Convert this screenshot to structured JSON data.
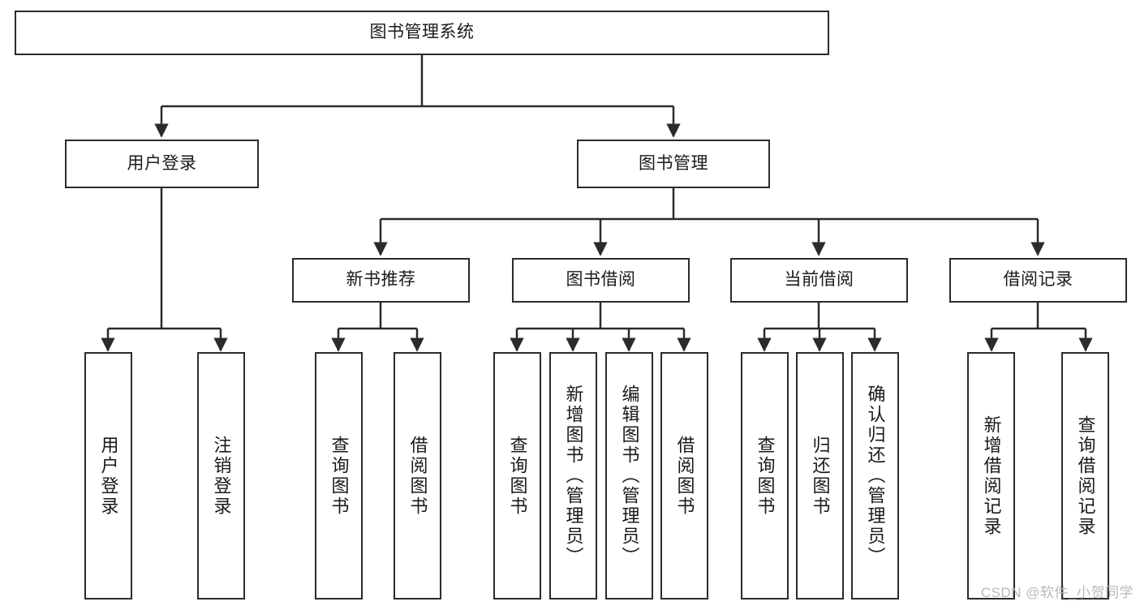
{
  "diagram": {
    "type": "tree-hierarchy-chart",
    "title": "图书管理系统",
    "stroke_color": "#2b2b2b",
    "background_color": "#ffffff",
    "text_color": "#1a1a1a",
    "levels": [
      {
        "level": 0,
        "nodes": [
          {
            "id": "root",
            "label": "图书管理系统",
            "orientation": "horizontal"
          }
        ]
      },
      {
        "level": 1,
        "nodes": [
          {
            "id": "login",
            "label": "用户登录",
            "orientation": "horizontal",
            "parent": "root"
          },
          {
            "id": "bookmgmt",
            "label": "图书管理",
            "orientation": "horizontal",
            "parent": "root"
          }
        ]
      },
      {
        "level": 2,
        "nodes": [
          {
            "id": "newbook",
            "label": "新书推荐",
            "orientation": "horizontal",
            "parent": "bookmgmt"
          },
          {
            "id": "borrow",
            "label": "图书借阅",
            "orientation": "horizontal",
            "parent": "bookmgmt"
          },
          {
            "id": "current",
            "label": "当前借阅",
            "orientation": "horizontal",
            "parent": "bookmgmt"
          },
          {
            "id": "records",
            "label": "借阅记录",
            "orientation": "horizontal",
            "parent": "bookmgmt"
          }
        ]
      },
      {
        "level": 3,
        "nodes": [
          {
            "id": "leaf1",
            "label": "用户登录",
            "orientation": "vertical",
            "parent": "login"
          },
          {
            "id": "leaf2",
            "label": "注销登录",
            "orientation": "vertical",
            "parent": "login"
          },
          {
            "id": "leaf3",
            "label": "查询图书",
            "orientation": "vertical",
            "parent": "newbook"
          },
          {
            "id": "leaf4",
            "label": "借阅图书",
            "orientation": "vertical",
            "parent": "newbook"
          },
          {
            "id": "leaf5",
            "label": "查询图书",
            "orientation": "vertical",
            "parent": "borrow"
          },
          {
            "id": "leaf6",
            "label": "新增图书（管理员）",
            "orientation": "vertical",
            "parent": "borrow"
          },
          {
            "id": "leaf7",
            "label": "编辑图书（管理员）",
            "orientation": "vertical",
            "parent": "borrow"
          },
          {
            "id": "leaf8",
            "label": "借阅图书",
            "orientation": "vertical",
            "parent": "borrow"
          },
          {
            "id": "leaf9",
            "label": "查询图书",
            "orientation": "vertical",
            "parent": "current"
          },
          {
            "id": "leaf10",
            "label": "归还图书",
            "orientation": "vertical",
            "parent": "current"
          },
          {
            "id": "leaf11",
            "label": "确认归还（管理员）",
            "orientation": "vertical",
            "parent": "current"
          },
          {
            "id": "leaf12",
            "label": "新增借阅记录",
            "orientation": "vertical",
            "parent": "records"
          },
          {
            "id": "leaf13",
            "label": "查询借阅记录",
            "orientation": "vertical",
            "parent": "records"
          }
        ]
      }
    ]
  },
  "watermark": {
    "text": "CSDN @软件_小贺同学"
  }
}
